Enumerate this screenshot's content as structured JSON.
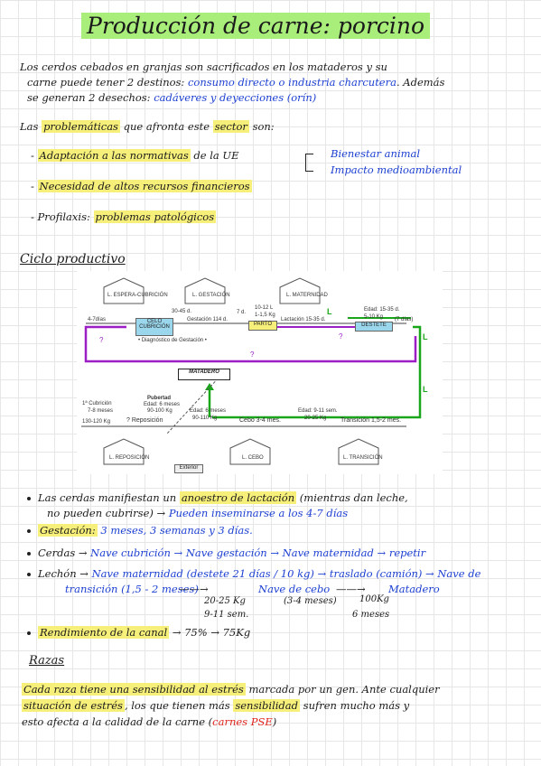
{
  "title": "Producción de carne: porcino",
  "intro": {
    "l1a": "Los cerdos cebados en granjas son sacrificados en los mataderos y su",
    "l2a": "carne puede tener 2 destinos:",
    "l2b": "consumo directo o industria charcutera",
    "l2c": ". Además",
    "l3a": "se generan 2 desechos:",
    "l3b": "cadáveres y deyecciones (orín)"
  },
  "problems": {
    "heading_pre": "Las",
    "heading_hl1": "problemáticas",
    "heading_mid": "que afronta este",
    "heading_hl2": "sector",
    "heading_post": "son:",
    "item1_hl": "Adaptación a las normativas",
    "item1_post": "de la UE",
    "item1_sub1": "Bienestar animal",
    "item1_sub2": "Impacto medioambiental",
    "item2_hl": "Necesidad de altos recursos financieros",
    "item3_pre": "Profilaxis:",
    "item3_hl": "problemas patológicos"
  },
  "cycle": {
    "heading": "Ciclo productivo",
    "diagram": {
      "l_espera": "L. ESPERA-CUBRICIÓN",
      "l_gestacion": "L. GESTACIÓN",
      "l_maternidad": "L. MATERNIDAD",
      "celo": "CELO CUBRICIÓN",
      "parto": "PARTO",
      "destete": "DESTETE",
      "days_47": "4-7días",
      "d3045": "30-45 d.",
      "gestacion": "Gestación 114 d.",
      "d7": "7 d.",
      "l1012": "10-12 L",
      "l115": "1-1,5 Kg",
      "lactacion": "Lactación 15-35 d.",
      "edad1535": "Edad: 15-35 d.",
      "kg510": "5-10 Kg",
      "d7dias": "(7 días)",
      "diag_gestacion": "• Diagnóstico de Gestación •",
      "matadero": "MATADERO",
      "primera_cubricion": "1ª Cubrición",
      "m78": "7-8 meses",
      "kg130": "130-120 Kg",
      "pubertad": "Pubertad",
      "edad6": "Edad: 6 meses",
      "kg90": "90-100 Kg",
      "reposicion": "? Reposición",
      "edad6b": "Edad: 6 meses",
      "kg90110": "90-110 Kg",
      "cebo": "Cebo 3-4 mes.",
      "edad911": "Edad: 9-11 sem.",
      "kg2025": "20-25 Kg",
      "transicion": "Transición 1,5-2 mes.",
      "l_reposicion": "L. REPOSICIÓN",
      "l_cebo": "L. CEBO",
      "l_transicion": "L. TRANSICIÓN",
      "exterior": "Exterior",
      "q": "?",
      "L": "L"
    }
  },
  "bullets": {
    "b1a": "Las cerdas manifiestan un",
    "b1hl": "anoestro de lactación",
    "b1b": "(mientras dan leche,",
    "b1c": "no pueden cubrirse) →",
    "b1d": "Pueden inseminarse a los 4-7 días",
    "b2pre": "Gestación:",
    "b2": "3 meses, 3 semanas y 3 días.",
    "b3pre": "Cerdas →",
    "b3": "Nave cubrición → Nave gestación → Nave maternidad → repetir",
    "b4pre": "Lechón →",
    "b4a": "Nave maternidad (destete 21 días / 10 kg) → traslado (camión) → Nave de",
    "b4b": "transición (1,5 - 2 meses)",
    "b4c": "Nave de cebo",
    "b4d": "Matadero",
    "b4e": "20-25 Kg",
    "b4f": "9-11 sem.",
    "b4g": "(3-4 meses)",
    "b4h": "100Kg",
    "b4i": "6 meses",
    "b5hl": "Rendimiento de la canal",
    "b5": "→ 75% → 75Kg"
  },
  "razas": {
    "heading": "Razas",
    "l1hl": "Cada raza tiene una sensibilidad al estrés",
    "l1b": "marcada por un gen. Ante cualquier",
    "l2hl": "situación de estrés",
    "l2b": ", los que tienen más",
    "l2hl2": "sensibilidad",
    "l2c": "sufren mucho más y",
    "l3a": "esto afecta a la calidad de la carne (",
    "l3red": "carnes PSE",
    "l3b": ")"
  },
  "colors": {
    "highlight_yellow": "#f6ef7a",
    "highlight_green": "#a9ee7a",
    "ink_blue": "#1c3fd2",
    "ink_red": "#e0241c",
    "arrow_purple": "#9b1fc4",
    "arrow_green": "#1aa61a"
  }
}
